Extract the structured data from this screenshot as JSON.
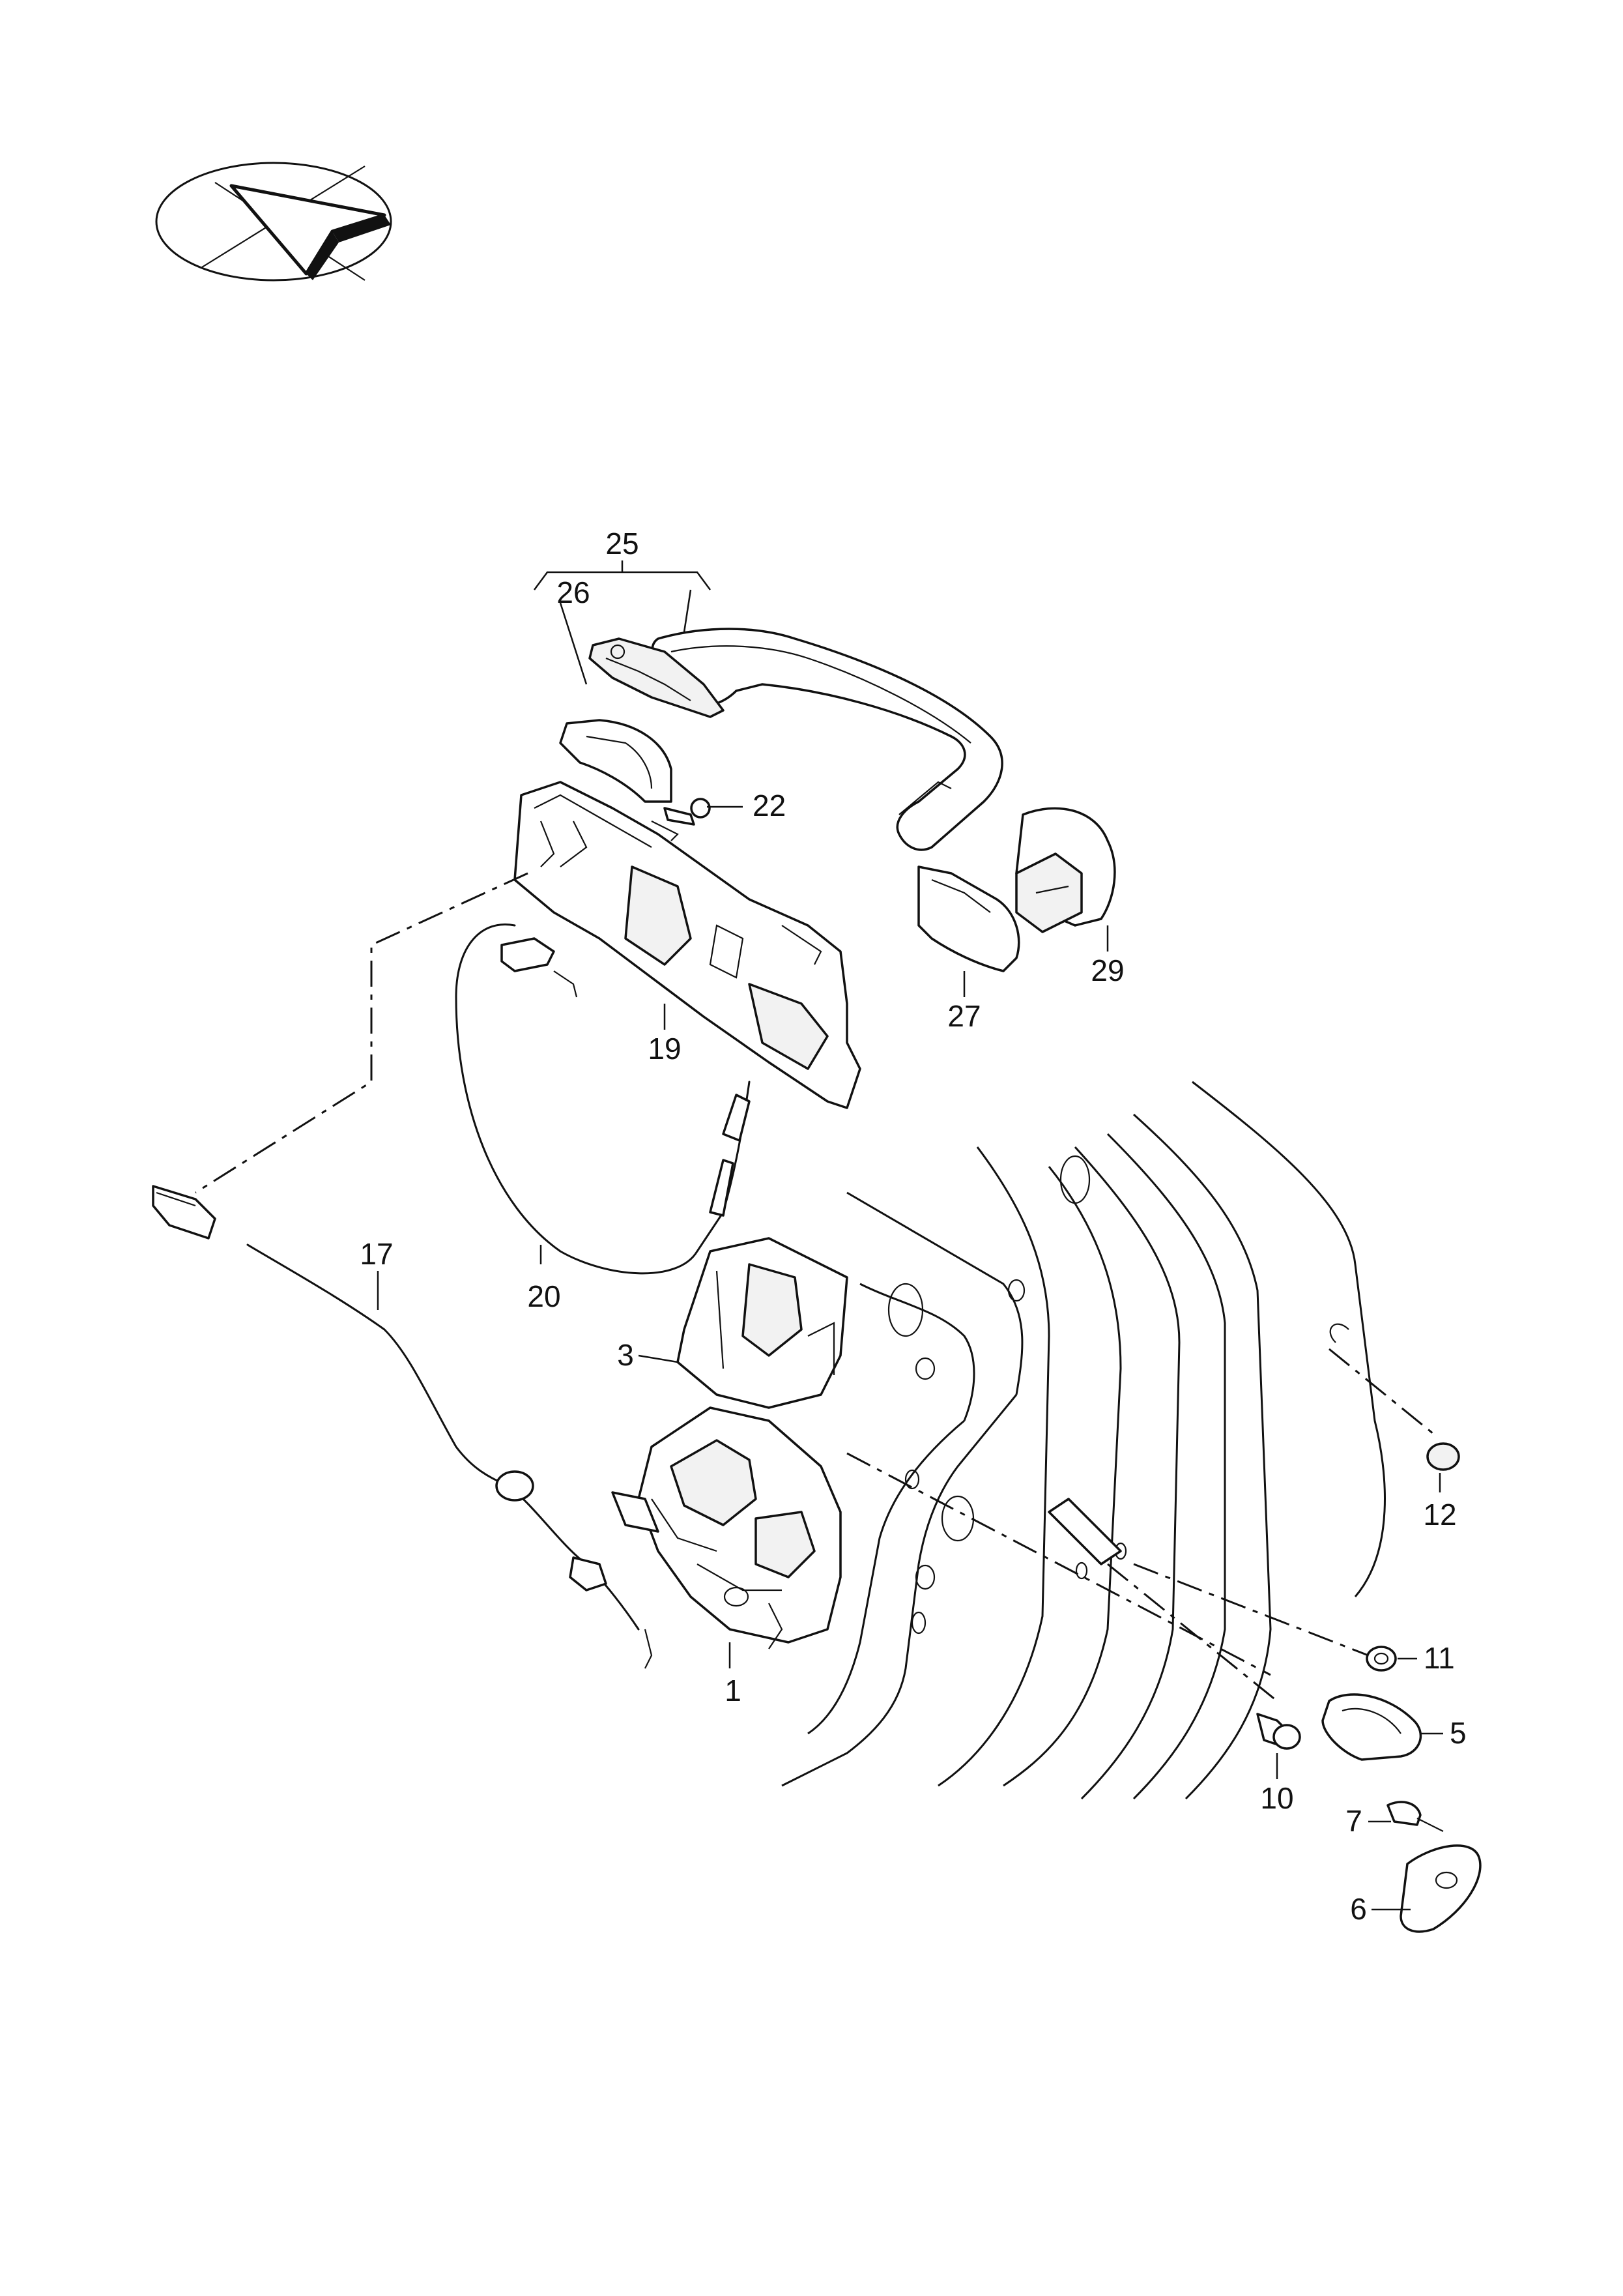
{
  "callouts": [
    {
      "id": "1",
      "text": "1"
    },
    {
      "id": "3",
      "text": "3"
    },
    {
      "id": "5",
      "text": "5"
    },
    {
      "id": "6",
      "text": "6"
    },
    {
      "id": "7",
      "text": "7"
    },
    {
      "id": "10",
      "text": "10"
    },
    {
      "id": "11",
      "text": "11"
    },
    {
      "id": "12",
      "text": "12"
    },
    {
      "id": "17",
      "text": "17"
    },
    {
      "id": "19",
      "text": "19"
    },
    {
      "id": "20",
      "text": "20"
    },
    {
      "id": "22",
      "text": "22"
    },
    {
      "id": "25",
      "text": "25"
    },
    {
      "id": "26",
      "text": "26"
    },
    {
      "id": "27",
      "text": "27"
    },
    {
      "id": "29",
      "text": "29"
    }
  ],
  "orientation_symbol": {
    "icon": "direction-arrow-icon"
  }
}
